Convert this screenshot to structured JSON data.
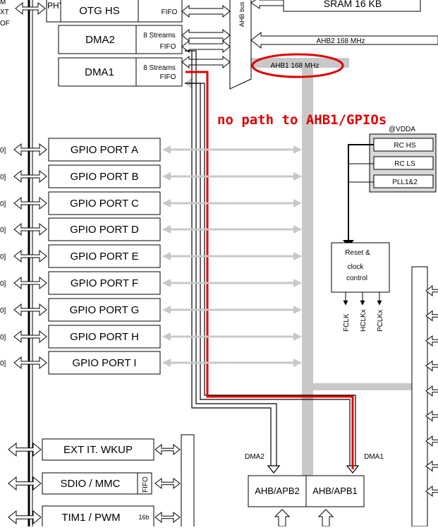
{
  "left_edge_labels": [
    "M",
    "XT",
    "OF"
  ],
  "edge_label_0": "0]",
  "phy_label": "PHY",
  "otg": {
    "label": "OTG HS",
    "fifo": "FIFO"
  },
  "dma2": {
    "label": "DMA2",
    "streams": "8 Streams",
    "fifo": "FIFO"
  },
  "dma1": {
    "label": "DMA1",
    "streams": "8 Streams",
    "fifo": "FIFO"
  },
  "ahb_bus_label": "AHB bus",
  "sram_label": "SRAM 16 KB",
  "ahb2_label": "AHB2 168 MHz",
  "ahb1_label": "AHB1 168 MHz",
  "annotation": "no path to AHB1/GPIOs",
  "vdda_label": "@VDDA",
  "clocks": [
    "RC  HS",
    "RC  LS",
    "PLL1&2"
  ],
  "reset_clock": [
    "Reset &",
    "clock",
    "control"
  ],
  "clock_outputs": [
    "FCLK",
    "HCLKx",
    "PCLKx"
  ],
  "gpio_ports": [
    "GPIO PORT A",
    "GPIO PORT B",
    "GPIO PORT C",
    "GPIO PORT D",
    "GPIO PORT E",
    "GPIO PORT F",
    "GPIO PORT G",
    "GPIO PORT H",
    "GPIO PORT I"
  ],
  "ext_it_label": "EXT IT. WKUP",
  "sdio_label": "SDIO / MMC",
  "sdio_fifo": "FIFO",
  "tim1_label": "TIM1 / PWM",
  "tim1_bits": "16b",
  "dma2_line_label": "DMA2",
  "dma1_line_label": "DMA1",
  "apb2_bridge": "AHB/APB2",
  "apb1_bridge": "AHB/APB1",
  "colors": {
    "annotation_red": "#e00000",
    "bus_gray": "#c8c8c8",
    "outline": "#000000"
  }
}
